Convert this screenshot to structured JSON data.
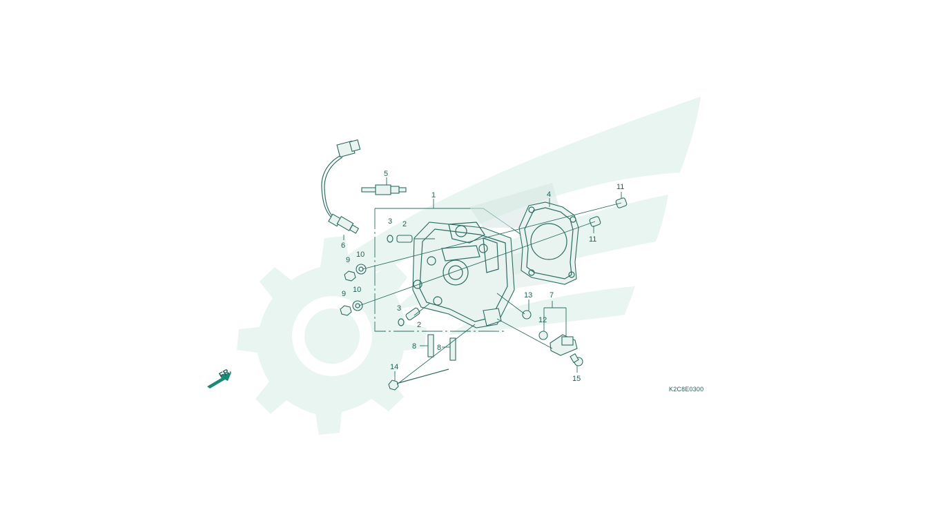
{
  "diagram_code": "K2C8E0300",
  "direction_label": "FR.",
  "callouts": [
    {
      "id": "c1",
      "text": "1"
    },
    {
      "id": "c2a",
      "text": "2"
    },
    {
      "id": "c2b",
      "text": "2"
    },
    {
      "id": "c3a",
      "text": "3"
    },
    {
      "id": "c3b",
      "text": "3"
    },
    {
      "id": "c4",
      "text": "4"
    },
    {
      "id": "c5",
      "text": "5"
    },
    {
      "id": "c6",
      "text": "6"
    },
    {
      "id": "c7",
      "text": "7"
    },
    {
      "id": "c8a",
      "text": "8"
    },
    {
      "id": "c8b",
      "text": "8"
    },
    {
      "id": "c9a",
      "text": "9"
    },
    {
      "id": "c9b",
      "text": "9"
    },
    {
      "id": "c10a",
      "text": "10"
    },
    {
      "id": "c10b",
      "text": "10"
    },
    {
      "id": "c11a",
      "text": "11"
    },
    {
      "id": "c11b",
      "text": "11"
    },
    {
      "id": "c12",
      "text": "12"
    },
    {
      "id": "c13",
      "text": "13"
    },
    {
      "id": "c14",
      "text": "14"
    },
    {
      "id": "c15",
      "text": "15"
    }
  ],
  "colors": {
    "line": "#2a6b60",
    "accent": "#1a8a74",
    "watermark": "#e8f5f1"
  }
}
